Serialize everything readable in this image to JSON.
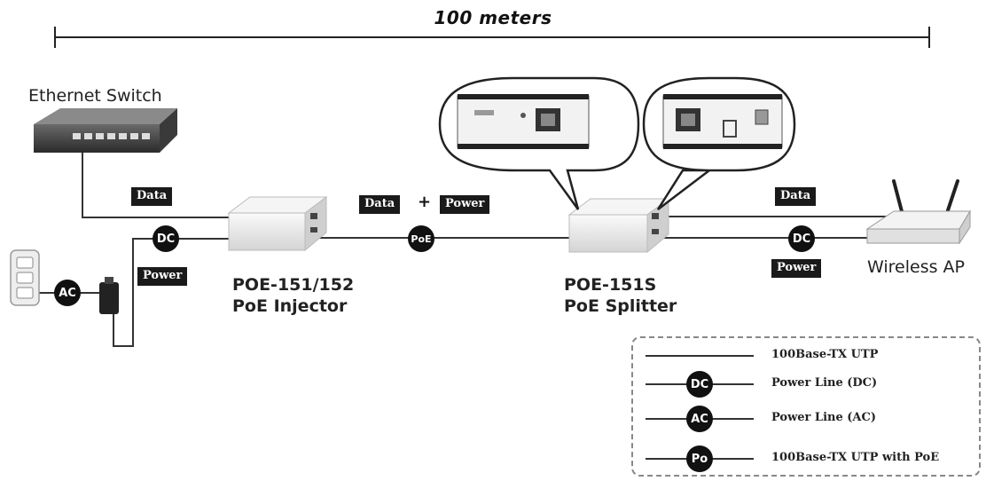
{
  "diagram": {
    "distance": "100 meters",
    "devices": {
      "switch": "Ethernet Switch",
      "ap": "Wireless AP"
    },
    "injector": {
      "model": "POE-151/152",
      "name": "PoE Injector"
    },
    "splitter": {
      "model": "POE-151S",
      "name": "PoE Splitter"
    },
    "tags": {
      "data_left": "Data",
      "power_left": "Power",
      "data_mid": "Data",
      "plus": "+",
      "power_mid": "Power",
      "data_right": "Data",
      "power_right": "Power"
    },
    "markers": {
      "dc": "DC",
      "ac": "AC",
      "poe": "PoE"
    }
  },
  "legend": [
    {
      "marker": "",
      "label": "100Base-TX UTP"
    },
    {
      "marker": "DC",
      "label": "Power Line (DC)"
    },
    {
      "marker": "AC",
      "label": "Power Line (AC)"
    },
    {
      "marker": "Po",
      "label": "100Base-TX UTP with PoE"
    }
  ]
}
